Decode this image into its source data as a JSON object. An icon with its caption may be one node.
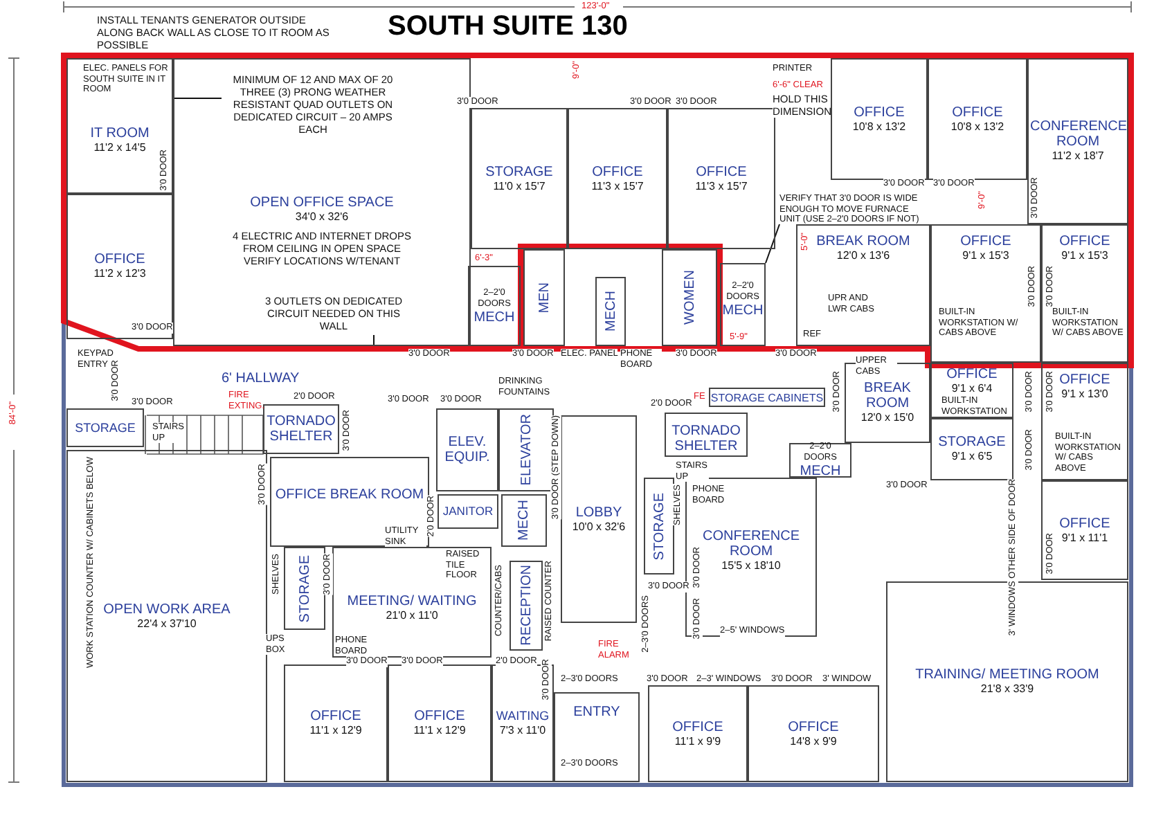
{
  "diagram": {
    "title": "SOUTH SUITE 130",
    "nodes": [
      {
        "text": [
          "IT ROOM",
          "11'2 x 14'5"
        ]
      },
      {
        "text": [
          "OFFICE",
          "11'2 x 12'3"
        ]
      },
      {
        "text": [
          "OPEN OFFICE SPACE",
          "34'0 x 32'6",
          "4 ELECTRIC AND INTERNET DROPS FROM CEILING IN OPEN SPACE VERIFY LOCATIONS W/TENANT"
        ]
      },
      {
        "text": [
          "STORAGE",
          "11'0 x 15'7"
        ]
      },
      {
        "text": [
          "OFFICE",
          "11'3 x 15'7"
        ]
      },
      {
        "text": [
          "OFFICE",
          "11'3 x 15'7"
        ]
      },
      {
        "text": [
          "OFFICE",
          "10'8 x 13'2"
        ]
      },
      {
        "text": [
          "OFFICE",
          "10'8 x 13'2"
        ]
      },
      {
        "text": [
          "CONFERENCE ROOM",
          "11'2 x 18'7"
        ]
      },
      {
        "text": [
          "2–2'0 DOORS",
          "MECH"
        ]
      },
      {
        "text": [
          "MEN"
        ]
      },
      {
        "text": [
          "MECH"
        ]
      },
      {
        "text": [
          "WOMEN"
        ]
      },
      {
        "text": [
          "2–2'0 DOORS",
          "MECH"
        ]
      },
      {
        "text": [
          "BREAK ROOM",
          "12'0 x 13'6"
        ]
      },
      {
        "text": [
          "OFFICE",
          "9'1 x 15'3"
        ]
      },
      {
        "text": [
          "OFFICE",
          "9'1 x 15'3"
        ]
      },
      {
        "text": [
          "STORAGE"
        ]
      },
      {
        "text": [
          "TORNADO SHELTER"
        ]
      },
      {
        "text": [
          "OFFICE BREAK ROOM"
        ]
      },
      {
        "text": [
          "ELEV. EQUIP."
        ]
      },
      {
        "text": [
          "ELEVATOR"
        ]
      },
      {
        "text": [
          "JANITOR"
        ]
      },
      {
        "text": [
          "MECH"
        ]
      },
      {
        "text": [
          "LOBBY",
          "10'0 x 32'6"
        ]
      },
      {
        "text": [
          "TORNADO SHELTER"
        ]
      },
      {
        "text": [
          "STORAGE CABINETS"
        ]
      },
      {
        "text": [
          "BREAK ROOM",
          "12'0 x 15'0"
        ]
      },
      {
        "text": [
          "2–2'0 DOORS",
          "MECH"
        ]
      },
      {
        "text": [
          "OFFICE",
          "9'1 x 6'4"
        ]
      },
      {
        "text": [
          "STORAGE",
          "9'1 x 6'5"
        ]
      },
      {
        "text": [
          "OFFICE",
          "9'1 x 13'0"
        ]
      },
      {
        "text": [
          "OPEN WORK AREA",
          "22'4 x 37'10"
        ]
      },
      {
        "text": [
          "STORAGE"
        ]
      },
      {
        "text": [
          "MEETING/ WAITING",
          "21'0 x 11'0"
        ]
      },
      {
        "text": [
          "RECEPTION"
        ]
      },
      {
        "text": [
          "STORAGE"
        ]
      },
      {
        "text": [
          "CONFERENCE ROOM",
          "15'5 x 18'10"
        ]
      },
      {
        "text": [
          "OFFICE",
          "9'1 x 11'1"
        ]
      },
      {
        "text": [
          "TRAINING/ MEETING ROOM",
          "21'8 x 33'9"
        ]
      },
      {
        "text": [
          "OFFICE",
          "11'1 x 12'9"
        ]
      },
      {
        "text": [
          "OFFICE",
          "11'1 x 12'9"
        ]
      },
      {
        "text": [
          "WAITING",
          "7'3 x 11'0"
        ]
      },
      {
        "text": [
          "ENTRY"
        ]
      },
      {
        "text": [
          "OFFICE",
          "11'1 x 9'9"
        ]
      },
      {
        "text": [
          "OFFICE",
          "14'8 x 9'9"
        ]
      },
      {
        "text": [
          "MINIMUM OF 12 AND MAX OF 20 THREE (3) PRONG WEATHER RESISTANT QUAD OUTLETS ON DEDICATED CIRCUIT – 20 AMPS EACH"
        ],
        "in": 2
      },
      {
        "text": [
          "3 OUTLETS ON DEDICATED CIRCUIT NEEDED ON THIS WALL"
        ],
        "in": 2
      },
      {
        "text": [
          "VERIFY THAT 3'0 DOOR IS WIDE ENOUGH TO MOVE FURNACE UNIT (USE 2–2'0 DOORS IF NOT)"
        ]
      }
    ],
    "edges": [
      {
        "from": 46,
        "to": 0,
        "arrow": "none"
      },
      {
        "from": 47,
        "to": null,
        "arrow": "none"
      },
      {
        "from": 48,
        "to": 13,
        "arrow": "none"
      }
    ],
    "labels": [
      "123'-0\"",
      "INSTALL TENANTS GENERATOR OUTSIDE ALONG BACK WALL AS CLOSE TO IT ROOM AS POSSIBLE",
      "ELEC. PANELS FOR SOUTH SUITE IN IT ROOM",
      "84'-0\"",
      "KEYPAD ENTRY",
      "PRINTER",
      "6'-6\" CLEAR",
      "HOLD THIS DIMENSION",
      "9'-0\"",
      "6'-3\"",
      "5'-9\"",
      "9'-0\"",
      "5'-0\"",
      "UPR AND LWR CABS",
      "REF",
      "UPPER CABS",
      "BUILT-IN WORKSTATION W/ CABS ABOVE",
      "BUILT-IN WORKSTATION W/ CABS ABOVE",
      "BUILT-IN WORKSTATION",
      "BUILT-IN WORKSTATION W/ CABS ABOVE",
      "ELEC. PANEL",
      "PHONE BOARD",
      "6' HALLWAY",
      "FIRE EXTING.",
      "DRINKING FOUNTAINS",
      "STAIRS UP",
      "FE",
      "STAIRS UP",
      "PHONE BOARD",
      "UTILITY SINK",
      "RAISED TILE FLOOR",
      "WORK STATION COUNTER W/ CABINETS BELOW",
      "SHELVES",
      "UPS BOX",
      "PHONE BOARD",
      "COUNTER/CABS",
      "RAISED COUNTER",
      "FIRE ALARM",
      "2–3'0 DOORS",
      "2–3'0 DOORS",
      "2–3'0 DOORS",
      "2–5' WINDOWS",
      "2–3' WINDOWS",
      "3' WINDOW",
      "3' WINDOWS OTHER SIDE OF DOOR",
      "SHELVES",
      "3'0 DOOR",
      "3'0 DOOR",
      "3'0 DOOR",
      "3'0 DOOR",
      "3'0 DOOR",
      "3'0 DOOR",
      "3'0 DOOR",
      "3'0 DOOR",
      "3'0 DOOR",
      "3'0 DOOR",
      "3'0 DOOR",
      "3'0 DOOR",
      "3'0 DOOR",
      "3'0 DOOR",
      "3'0 DOOR",
      "3'0 DOOR",
      "2'0 DOOR",
      "3'0 DOOR",
      "3'0 DOOR",
      "3'0 DOOR",
      "3'0 DOOR",
      "2'0 DOOR",
      "3'0 DOOR (STEP DOWN)",
      "3'0 DOOR",
      "3'0 DOOR",
      "3'0 DOOR",
      "2'0 DOOR",
      "3'0 DOOR",
      "2'0 DOOR",
      "3'0 DOOR",
      "3'0 DOOR",
      "3'0 DOOR",
      "3'0 DOOR",
      "3'0 DOOR",
      "3'0 DOOR",
      "3'0 DOOR",
      "3'0 DOOR",
      "3'0 DOOR",
      "3'0 DOOR",
      "3'0 DOOR"
    ]
  }
}
